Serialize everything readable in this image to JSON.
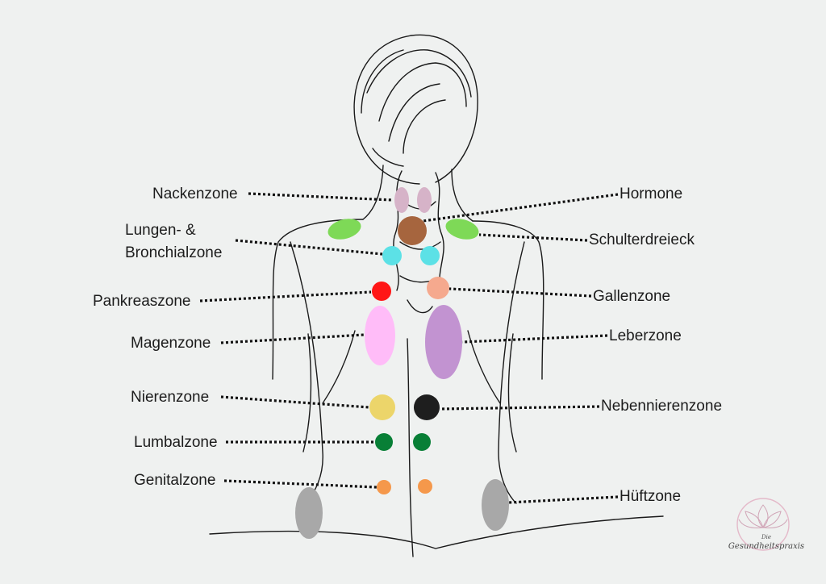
{
  "labels": {
    "nacken": "Nackenzone",
    "lungen_line1": "Lungen- &",
    "lungen_line2": "Bronchialzone",
    "pankreas": "Pankreaszone",
    "magen": "Magenzone",
    "nieren": "Nierenzone",
    "lumbal": "Lumbalzone",
    "genital": "Genitalzone",
    "hormone": "Hormone",
    "schulter": "Schulterdreieck",
    "gallen": "Gallenzone",
    "leber": "Leberzone",
    "nebennieren": "Nebennierenzone",
    "hueft": "Hüftzone"
  },
  "logo": {
    "line1": "Die",
    "line2": "Gesundheitspraxis"
  },
  "colors": {
    "background": "#eff1f0",
    "nacken": "#d6b3c8",
    "hormone": "#a6653e",
    "schulter": "#7ed957",
    "lungen": "#5ce1e6",
    "pankreas": "#ff1616",
    "gallen": "#f5a98e",
    "magen": "#ffbcf8",
    "leber": "#c293d1",
    "nieren": "#ecd56a",
    "nebennieren": "#1e1e1e",
    "lumbal": "#087f36",
    "genital": "#f5984b",
    "hueft": "#a8a8a8",
    "logo_ring": "#e4b9c9"
  }
}
